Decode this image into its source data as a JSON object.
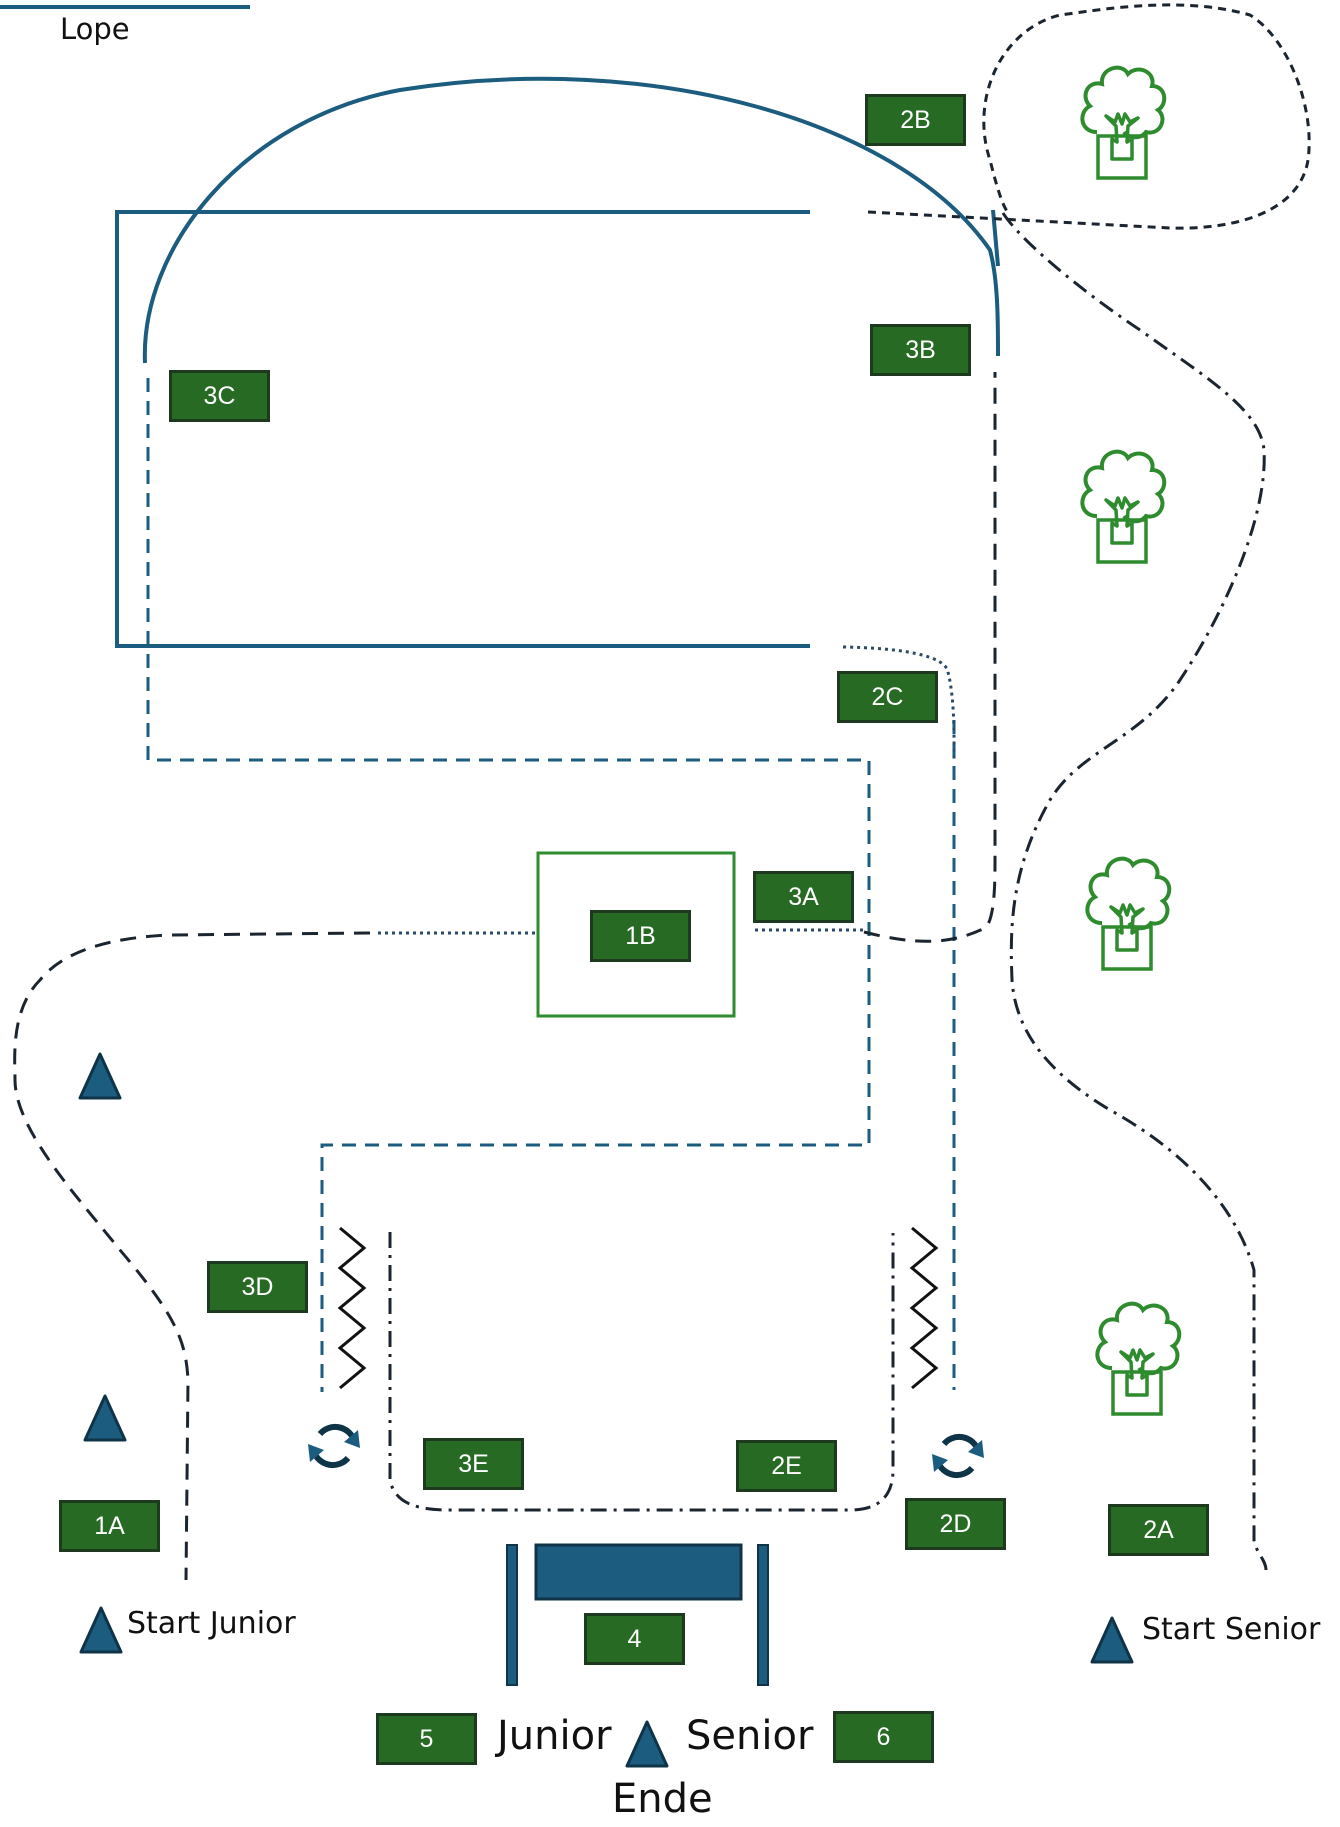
{
  "legend": {
    "label": "Lope"
  },
  "stations": {
    "s1A": "1A",
    "s1B": "1B",
    "s2A": "2A",
    "s2B": "2B",
    "s2C": "2C",
    "s2D": "2D",
    "s2E": "2E",
    "s3A": "3A",
    "s3B": "3B",
    "s3C": "3C",
    "s3D": "3D",
    "s3E": "3E",
    "s4": "4",
    "s5": "5",
    "s6": "6"
  },
  "labels": {
    "start_junior": "Start Junior",
    "start_senior": "Start Senior",
    "finish_junior": "Junior",
    "finish_senior": "Senior",
    "finish": "Ende"
  },
  "icons": [
    "tree-icon",
    "cone-icon",
    "rotate-icon",
    "zigzag-icon",
    "gate-icon"
  ],
  "colors": {
    "blue": "#1b5c7f",
    "green": "#276a23",
    "tree_green": "#2e8b2e",
    "dark": "#1a2530"
  }
}
